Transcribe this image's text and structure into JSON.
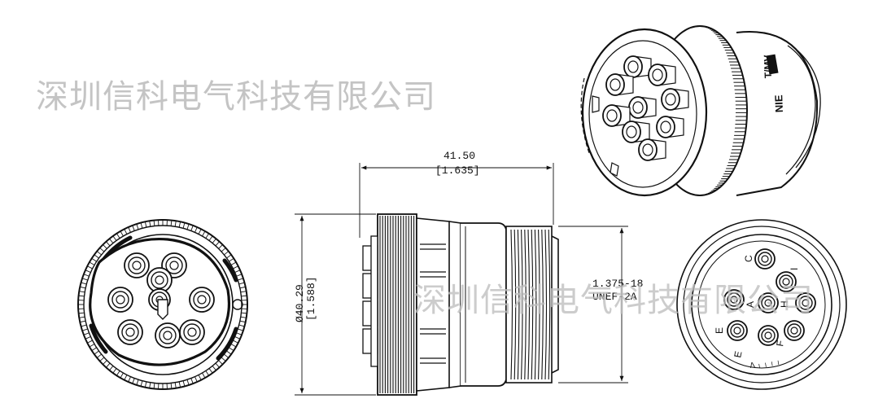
{
  "watermark": {
    "top_text": "深圳信科电气科技有限公司",
    "mid_text": "深圳信科电气科技有限公司"
  },
  "dimensions": {
    "width_mm": "41.50",
    "width_in": "[1.635]",
    "diameter_mm": "Ø40.29",
    "diameter_in": "[1.588]",
    "thread_line1": "1.375-18",
    "thread_line2": "UNEF-2A"
  },
  "iso_view": {
    "brand_mark": "NIE",
    "side_mark": "T/MV"
  },
  "rear_view_pins": {
    "top": "C",
    "top_right": "I",
    "left_outer": "E",
    "center_left": "A",
    "center_right": "H",
    "bottom_left": "E",
    "bottom_right": "F",
    "bottom_marks": "ᐱ ╷ ╷ ╷ ╷"
  },
  "colors": {
    "line": "#111111",
    "watermark": "#c4c4c4",
    "background": "#ffffff"
  }
}
